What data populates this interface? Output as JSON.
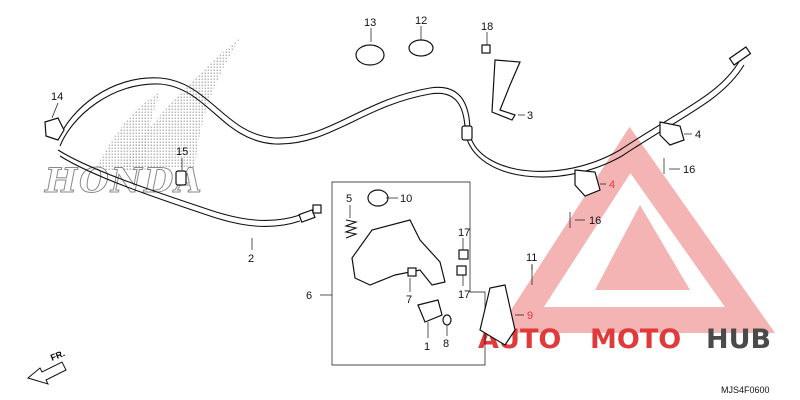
{
  "diagram": {
    "brand_watermark": "HONDA",
    "logo_text": {
      "auto": "AUTO",
      "moto": "MOTO",
      "hub": "HUB"
    },
    "direction_label": "FR.",
    "drawing_code": "MJS4F0600",
    "callouts": {
      "c1": "1",
      "c2": "2",
      "c3": "3",
      "c4a": "4",
      "c4b": "4",
      "c5": "5",
      "c6": "6",
      "c7": "7",
      "c8": "8",
      "c9": "9",
      "c10": "10",
      "c11": "11",
      "c12": "12",
      "c13": "13",
      "c14": "14",
      "c15": "15",
      "c16a": "16",
      "c16b": "16",
      "c17a": "17",
      "c17b": "17",
      "c18": "18"
    },
    "colors": {
      "logo_red": "#e03a3a",
      "logo_gray": "#4a4a4a",
      "triangle_fill": "#f4b4b4",
      "dotted_gray": "#9a9a9a"
    }
  }
}
